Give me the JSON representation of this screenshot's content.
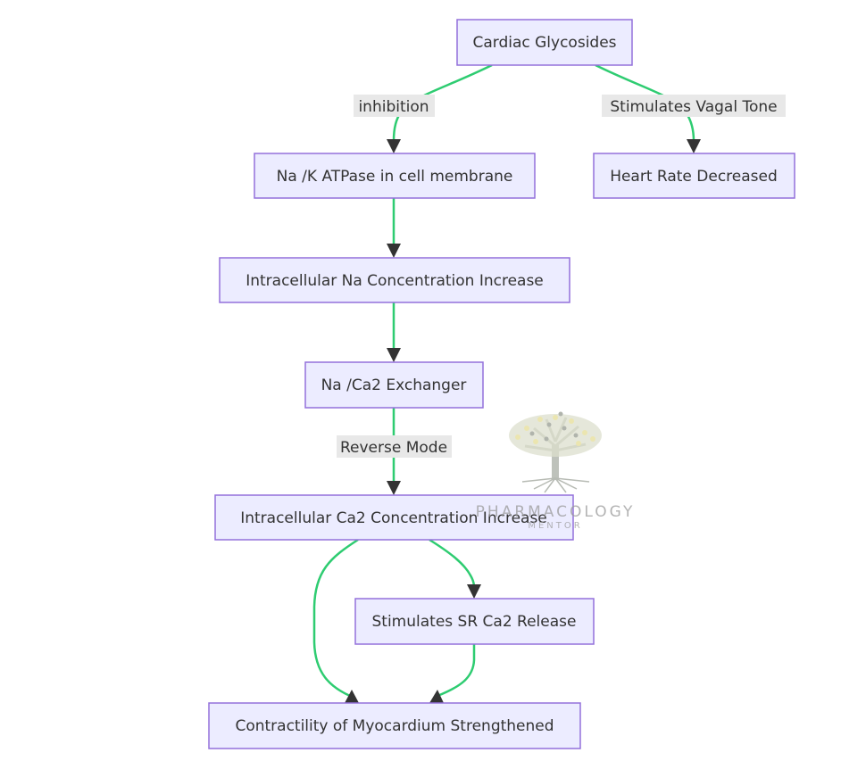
{
  "diagram": {
    "type": "flowchart",
    "direction": "top-down",
    "colors": {
      "node_fill": "#ECECFF",
      "node_border": "#9370DB",
      "edge": "#2ECC71",
      "arrowhead": "#333333",
      "edge_label_bg": "#E8E8E8",
      "text": "#333333"
    },
    "nodes": {
      "cardiac": "Cardiac Glycosides",
      "naK": "Na /K ATPase in cell membrane",
      "hr": "Heart Rate Decreased",
      "naInc": "Intracellular Na Concentration Increase",
      "ncx": "Na /Ca2 Exchanger",
      "caInc": "Intracellular Ca2 Concentration Increase",
      "sr": "Stimulates SR Ca2 Release",
      "contract": "Contractility of Myocardium Strengthened"
    },
    "edges": [
      {
        "from": "cardiac",
        "to": "naK",
        "label": "inhibition"
      },
      {
        "from": "cardiac",
        "to": "hr",
        "label": "Stimulates Vagal Tone"
      },
      {
        "from": "naK",
        "to": "naInc",
        "label": ""
      },
      {
        "from": "naInc",
        "to": "ncx",
        "label": ""
      },
      {
        "from": "ncx",
        "to": "caInc",
        "label": "Reverse Mode"
      },
      {
        "from": "caInc",
        "to": "sr",
        "label": ""
      },
      {
        "from": "caInc",
        "to": "contract",
        "label": ""
      },
      {
        "from": "sr",
        "to": "contract",
        "label": ""
      }
    ],
    "edge_labels": {
      "inhibition": "inhibition",
      "vagal": "Stimulates Vagal Tone",
      "reverse": "Reverse Mode"
    }
  },
  "watermark": {
    "icon": "tree-icon",
    "line1": "PHARMACOLOGY",
    "line2": "MENTOR"
  }
}
